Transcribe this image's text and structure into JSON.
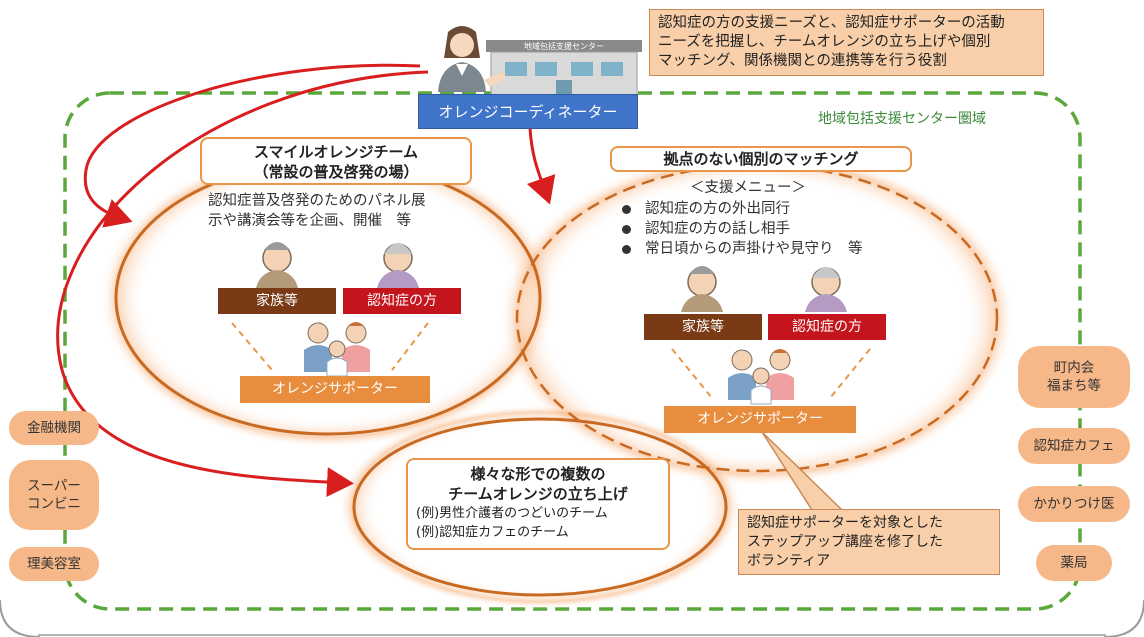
{
  "coordinator": {
    "building_sign": "地域包括支援センター",
    "label": "オレンジコーディネーター"
  },
  "role_callout": {
    "lines": [
      "認知症の方の支援ニーズと、認知症サポーターの活動",
      "ニーズを把握し、チームオレンジの立ち上げや個別",
      "マッチング、関係機関との連携等を行う役割"
    ]
  },
  "area_label": "地域包括支援センター圏域",
  "smile_team": {
    "title_lines": [
      "スマイルオレンジチーム",
      "（常設の普及啓発の場）"
    ],
    "desc_lines": [
      "認知症普及啓発のためのパネル展",
      "示や講演会等を企画、開催　等"
    ],
    "family_label": "家族等",
    "patient_label": "認知症の方",
    "supporter_label": "オレンジサポーター"
  },
  "matching": {
    "title": "拠点のない個別のマッチング",
    "menu_title": "＜支援メニュー＞",
    "menu_items": [
      "認知症の方の外出同行",
      "認知症の方の話し相手",
      "常日頃からの声掛けや見守り　等"
    ],
    "family_label": "家族等",
    "patient_label": "認知症の方",
    "supporter_label": "オレンジサポーター"
  },
  "multi_team": {
    "title_lines": [
      "様々な形での複数の",
      "チームオレンジの立ち上げ"
    ],
    "example_lines": [
      "(例)男性介護者のつどいのチーム",
      "(例)認知症カフェのチーム"
    ]
  },
  "volunteer_callout": {
    "lines": [
      "認知症サポーターを対象とした",
      "ステップアップ講座を修了した",
      "ボランティア"
    ]
  },
  "left_orgs": [
    {
      "lines": [
        "金融機関"
      ]
    },
    {
      "lines": [
        "スーパー",
        "コンビニ"
      ]
    },
    {
      "lines": [
        "理美容室"
      ]
    }
  ],
  "right_orgs": [
    {
      "lines": [
        "町内会",
        "福まち等"
      ]
    },
    {
      "lines": [
        "認知症カフェ"
      ]
    },
    {
      "lines": [
        "かかりつけ医"
      ]
    },
    {
      "lines": [
        "薬局"
      ]
    }
  ],
  "colors": {
    "arrow_red": "#d81e1e",
    "dashed_green": "#5aa83c",
    "orange_ring": "#c86a22",
    "coordinator_blue": "#3f74c9",
    "callout_bg": "#f8cfa8"
  }
}
